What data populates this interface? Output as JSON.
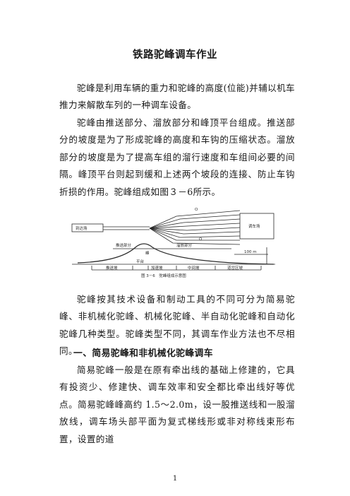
{
  "document": {
    "title": "铁路驼峰调车作业",
    "paragraphs": [
      "驼峰是利用车辆的重力和驼峰的高度(位能)并辅以机车推力来解散车列的一种调车设备。",
      "驼峰由推送部分、溜放部分和峰顶平台组成。推送部分的坡度是为了形成驼峰的高度和车钩的压缩状态。溜放部分的坡度是为了提高车组的溜行速度和车组间必要的间隔。峰顶平台则起到缓和上述两个坡段的连接、防止车钩折损的作用。驼峰组成如图３－6所示。",
      "驼峰按其技术设备和制动工具的不同可分为简易驼峰、非机械化驼峰、机械化驼峰、半自动化驼峰和自动化驼峰几种类型。驼峰类型不同，其调车作业方法也不尽相同。"
    ],
    "section_heading": "一、简易驼峰和非机械化驼峰调车",
    "section_paragraph": "简易驼峰一般是在原有牵出线的基础上修建的，它具有投资少、修建快、调车效率和安全都比牵出线好等优点。简易驼峰峰高约 1.5～2.0m，设一股推送线和一股溜放线，调车场头部平面为复式梯线形或非对称线束形布置，设置的道",
    "page_number": "1"
  },
  "figure": {
    "labels": {
      "arrival_yard": "到达场",
      "classification_yard": "调车场",
      "push_section": "推送部分",
      "rolling_section": "溜放部分",
      "track_o": "O",
      "distance": "100 m",
      "hump_crest_label": "峰",
      "platform": "平台",
      "push_slope": "推送坡",
      "accel_slope": "加速坡",
      "mid_slope": "中间坡",
      "switch_zone_slope": "道岔区坡",
      "caption": "图 3－6　驼峰组成示意图"
    },
    "colors": {
      "ink": "#2a2a2a",
      "paper": "#ffffff"
    }
  }
}
